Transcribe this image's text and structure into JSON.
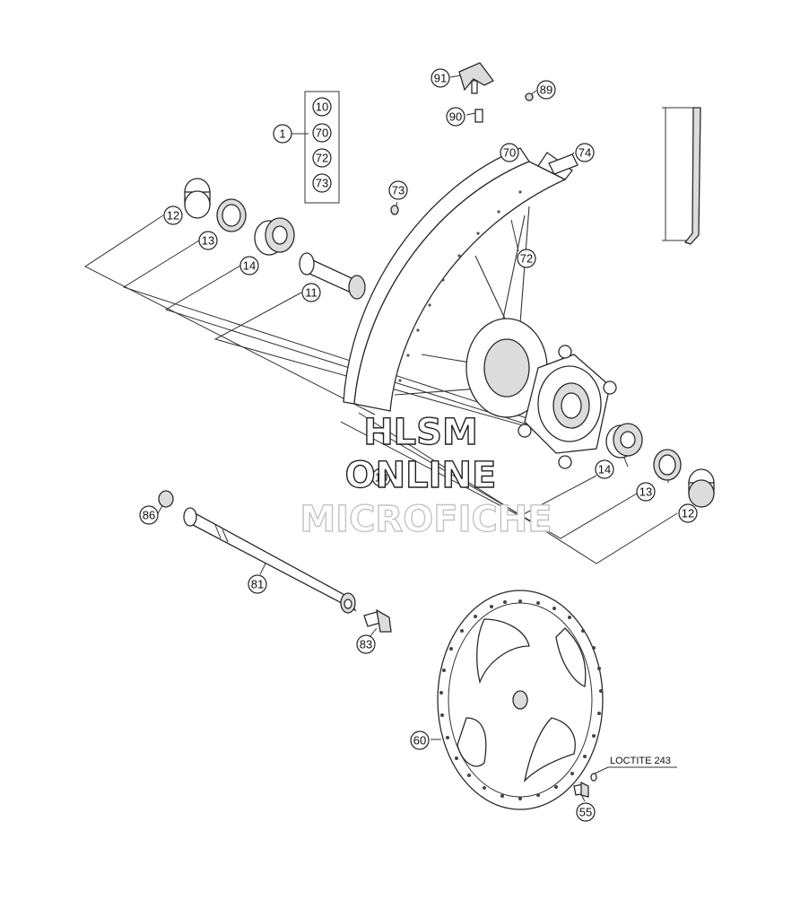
{
  "callouts": {
    "c1": "1",
    "kit_10": "10",
    "kit_70": "70",
    "kit_72": "72",
    "kit_73": "73",
    "c91": "91",
    "c89": "89",
    "c90": "90",
    "c70": "70",
    "c74": "74",
    "c73": "73",
    "c72": "72",
    "c12a": "12",
    "c13a": "13",
    "c14a": "14",
    "c11": "11",
    "c10": "10",
    "c14b": "14",
    "c13b": "13",
    "c12b": "12",
    "c86": "86",
    "c81": "81",
    "c83": "83",
    "c60": "60",
    "c55": "55"
  },
  "notes": {
    "loctite": "LOCTITE 243"
  },
  "watermark": {
    "line1": "HLSM",
    "line2": "ONLINE",
    "line3": "MICROFICHE"
  }
}
